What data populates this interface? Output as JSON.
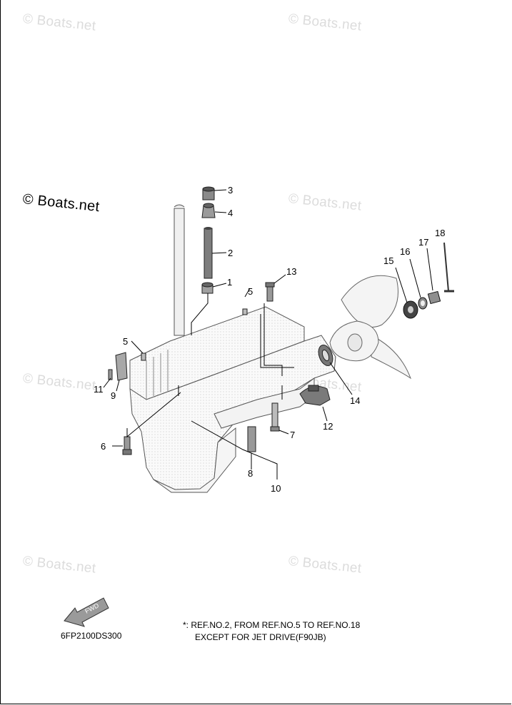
{
  "watermarks": [
    "© Boats.net",
    "© Boats.net",
    "© Boats.net",
    "© Boats.net",
    "© Boats.net",
    "© Boats.net",
    "© Boats.net",
    "© Boats.net"
  ],
  "main_watermark": "© Boats.net",
  "callouts": [
    "1",
    "2",
    "3",
    "4",
    "5",
    "5",
    "6",
    "7",
    "8",
    "9",
    "10",
    "11",
    "12",
    "13",
    "14",
    "15",
    "16",
    "17",
    "18"
  ],
  "fwd_label": "FWD",
  "diagram_code": "6FP2100DS300",
  "note": {
    "line1": "*: REF.NO.2, FROM REF.NO.5 TO REF.NO.18",
    "line2": "EXCEPT FOR JET DRIVE(F90JB)"
  },
  "colors": {
    "line": "#000000",
    "watermark": "#dcdcdc",
    "part_fill": "#f2f2f2",
    "part_shade": "#9a9a9a"
  }
}
